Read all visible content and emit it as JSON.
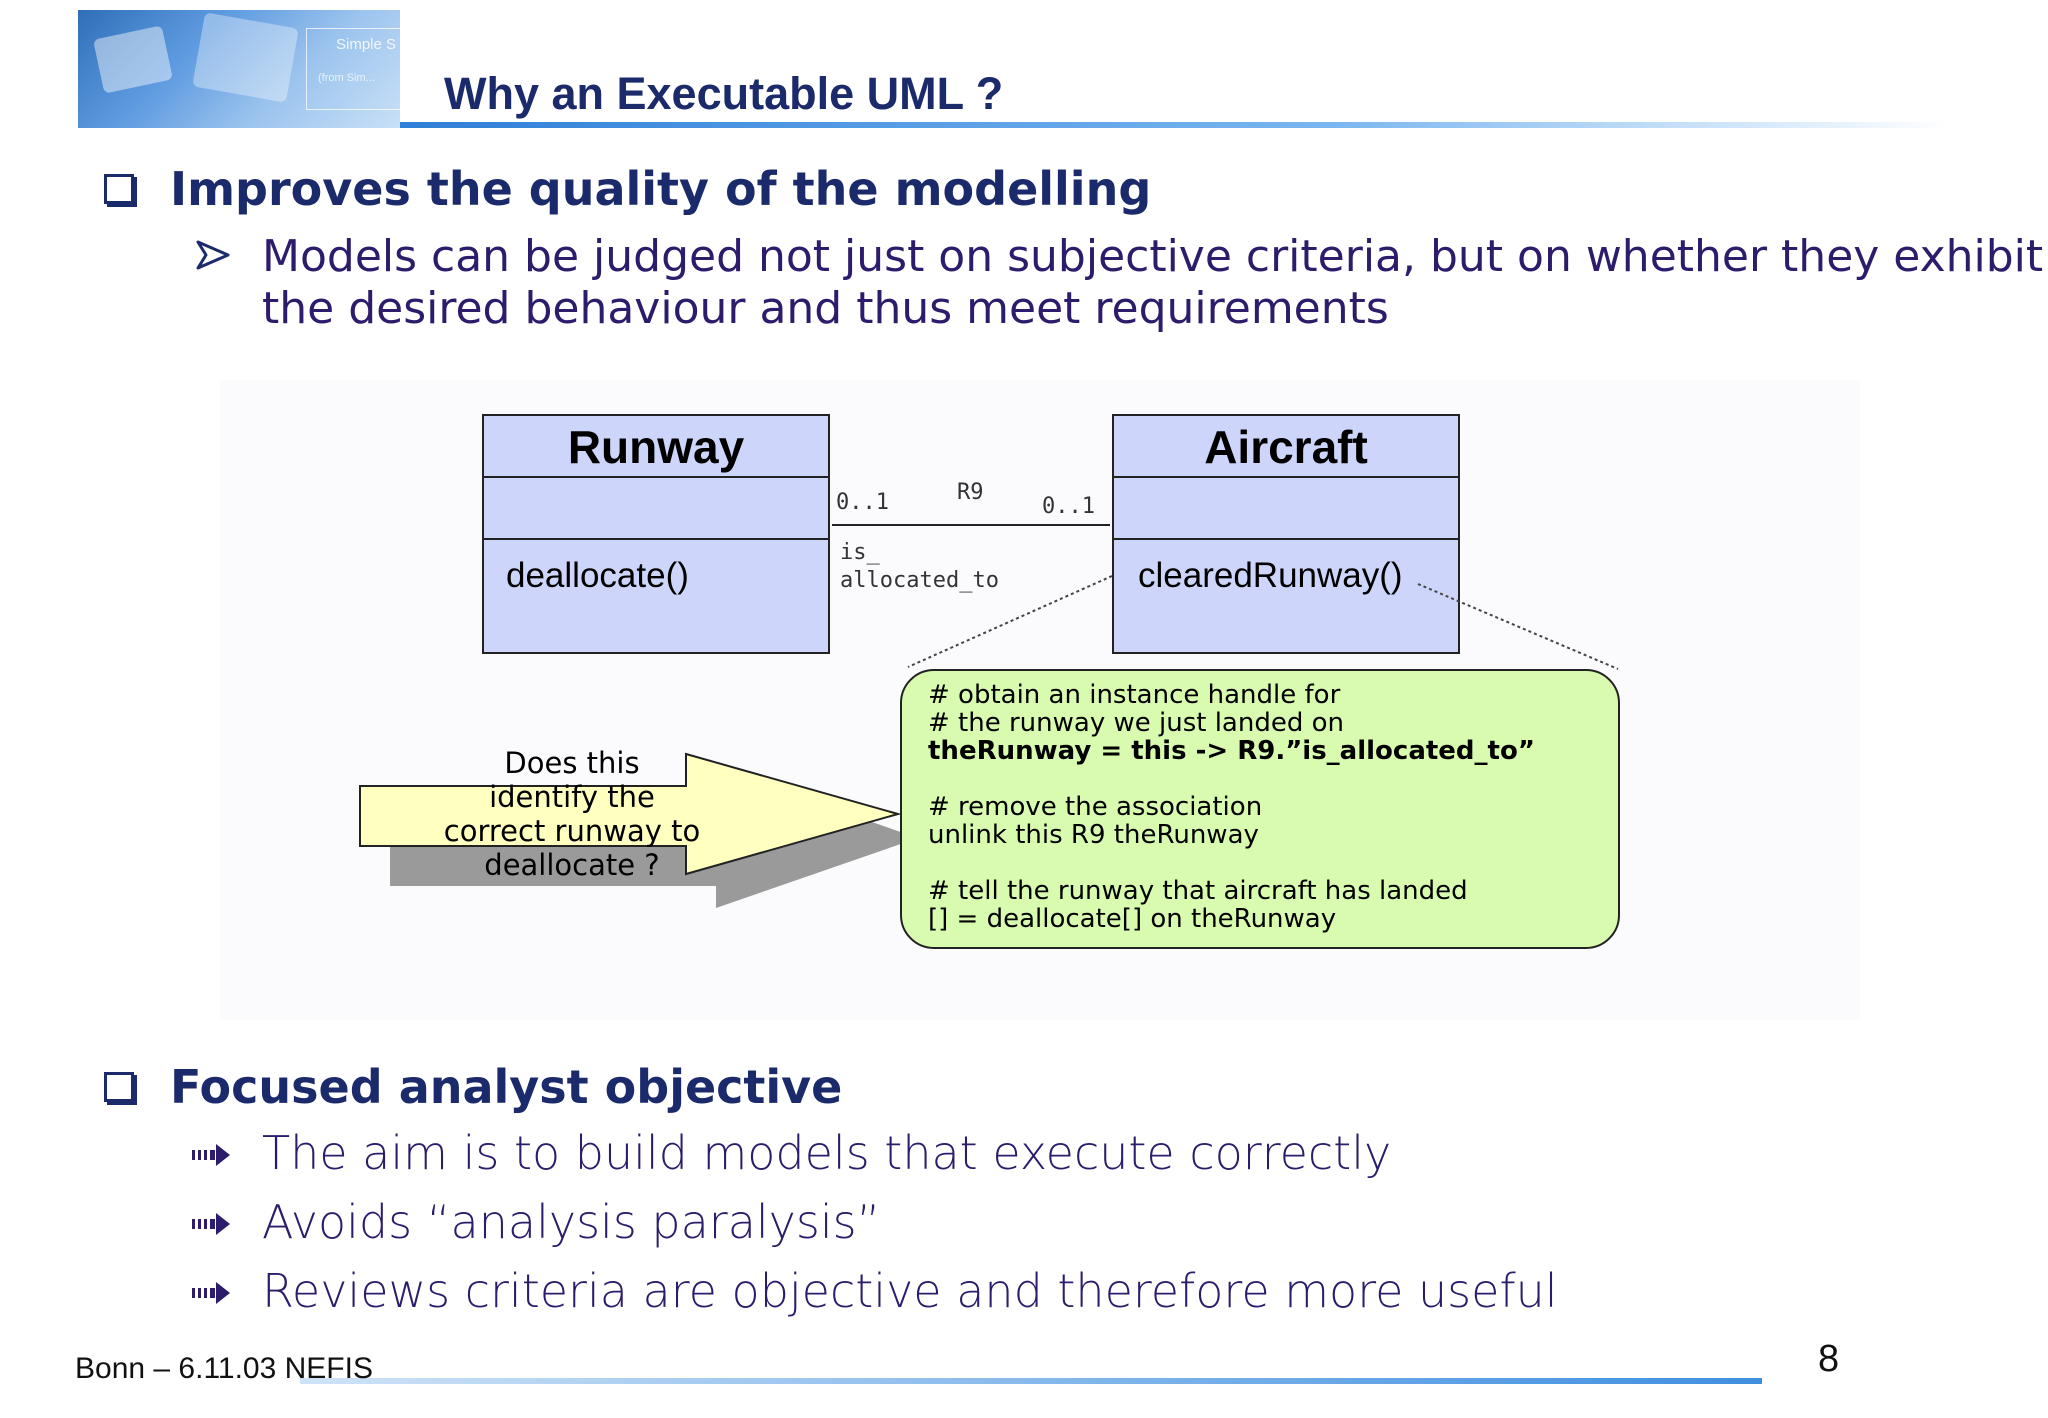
{
  "slide": {
    "title": "Why an Executable UML ?",
    "logo": {
      "text1": "Simple S",
      "text2": "(from Sim..."
    }
  },
  "section1": {
    "heading": "Improves the quality of the modelling",
    "bullet_line1": "Models can be judged not just on subjective criteria, but on whether they exhibit",
    "bullet_line2": "the desired behaviour and thus meet requirements"
  },
  "diagram": {
    "class_left": {
      "name": "Runway",
      "operation": "deallocate()"
    },
    "class_right": {
      "name": "Aircraft",
      "operation": "clearedRunway()"
    },
    "association": {
      "name": "R9",
      "mult_left": "0..1",
      "mult_right": "0..1",
      "role_line1": "is_",
      "role_line2": "allocated_to"
    },
    "callout_lines": [
      "Does this",
      "identify the",
      "correct runway to",
      "deallocate ?"
    ],
    "note_lines": [
      "# obtain an instance handle for",
      "# the runway we just landed on",
      "theRunway = this -> R9.”is_allocated_to”",
      "",
      "# remove the association",
      "unlink this R9 theRunway",
      "",
      "# tell the runway that aircraft has landed",
      "[] = deallocate[] on theRunway"
    ]
  },
  "section2": {
    "heading": "Focused analyst objective",
    "items": [
      "The aim is to build models that execute correctly",
      "Avoids “analysis paralysis”",
      "Reviews criteria are objective and therefore more useful"
    ]
  },
  "footer": {
    "text": "Bonn – 6.11.03 NEFIS",
    "page": "8"
  },
  "icons": {
    "heading_bullet": "square-bullet-icon",
    "sub_bullet": "arrowhead-bullet-icon",
    "list_bullet": "dashed-arrow-bullet-icon"
  },
  "colors": {
    "title": "#1b2a6b",
    "class_fill": "#cdd6fa",
    "note_fill": "#d8fbb0",
    "callout_fill": "#ffffc0"
  }
}
